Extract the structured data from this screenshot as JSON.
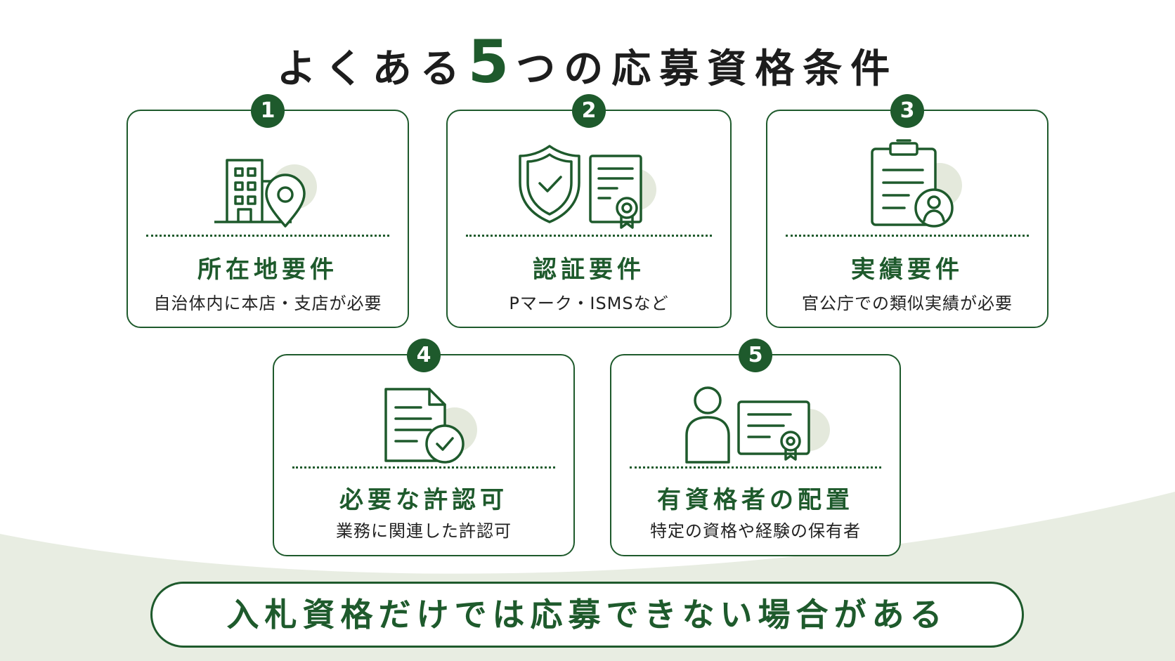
{
  "title": {
    "prefix": "よくある",
    "number": "5",
    "suffix": "つの応募資格条件"
  },
  "cards": [
    {
      "number": "1",
      "title": "所在地要件",
      "description": "自治体内に本店・支店が必要",
      "icon": "building-location-icon"
    },
    {
      "number": "2",
      "title": "認証要件",
      "description": "Pマーク・ISMSなど",
      "icon": "shield-certificate-icon"
    },
    {
      "number": "3",
      "title": "実績要件",
      "description": "官公庁での類似実績が必要",
      "icon": "clipboard-person-icon"
    },
    {
      "number": "4",
      "title": "必要な許認可",
      "description": "業務に関連した許認可",
      "icon": "document-check-icon"
    },
    {
      "number": "5",
      "title": "有資格者の配置",
      "description": "特定の資格や経験の保有者",
      "icon": "person-certificate-icon"
    }
  ],
  "banner": "入札資格だけでは応募できない場合がある",
  "colors": {
    "accent": "#1e5a2c",
    "icon_bg": "#e4e9dc",
    "wave": "#e8ede2",
    "text": "#1d1d1d"
  }
}
